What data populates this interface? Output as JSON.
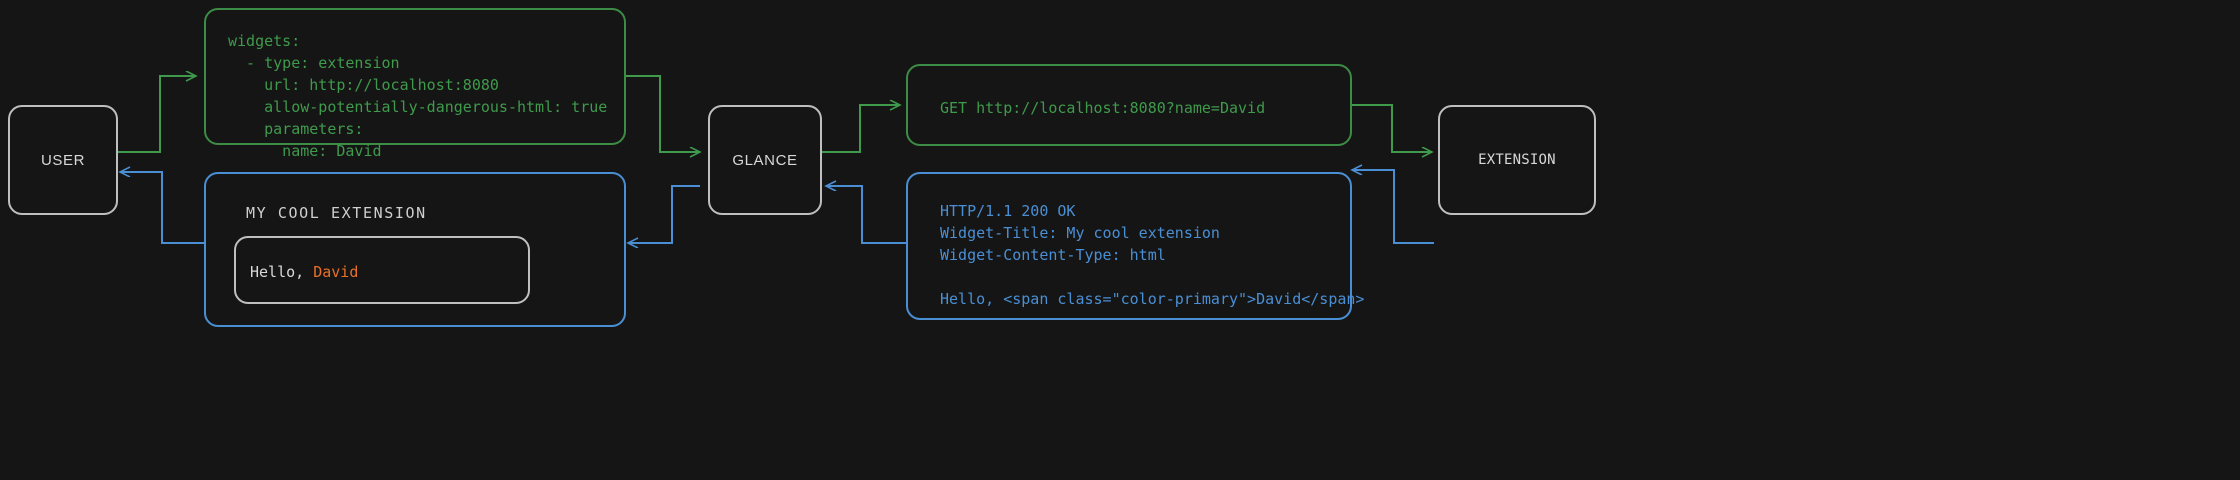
{
  "diagram": {
    "background": "#151515",
    "colors": {
      "request": "#3f9a4c",
      "response": "#4a8fd4",
      "node_border": "#bfbfbf",
      "node_text": "#d8d8d8",
      "accent": "#e8702a"
    },
    "nodes": [
      {
        "id": "user",
        "label": "USER"
      },
      {
        "id": "glance",
        "label": "GLANCE"
      },
      {
        "id": "extension",
        "label": "EXTENSION"
      }
    ],
    "messages": {
      "config_yaml": "widgets:\n  - type: extension\n    url: http://localhost:8080\n    allow-potentially-dangerous-html: true\n    parameters:\n      name: David",
      "http_request": "GET http://localhost:8080?name=David",
      "http_response": "HTTP/1.1 200 OK\nWidget-Title: My cool extension\nWidget-Content-Type: html\n\nHello, <span class=\"color-primary\">David</span>",
      "widget": {
        "title": "MY COOL EXTENSION",
        "body_prefix": "Hello, ",
        "body_accent": "David"
      }
    }
  }
}
